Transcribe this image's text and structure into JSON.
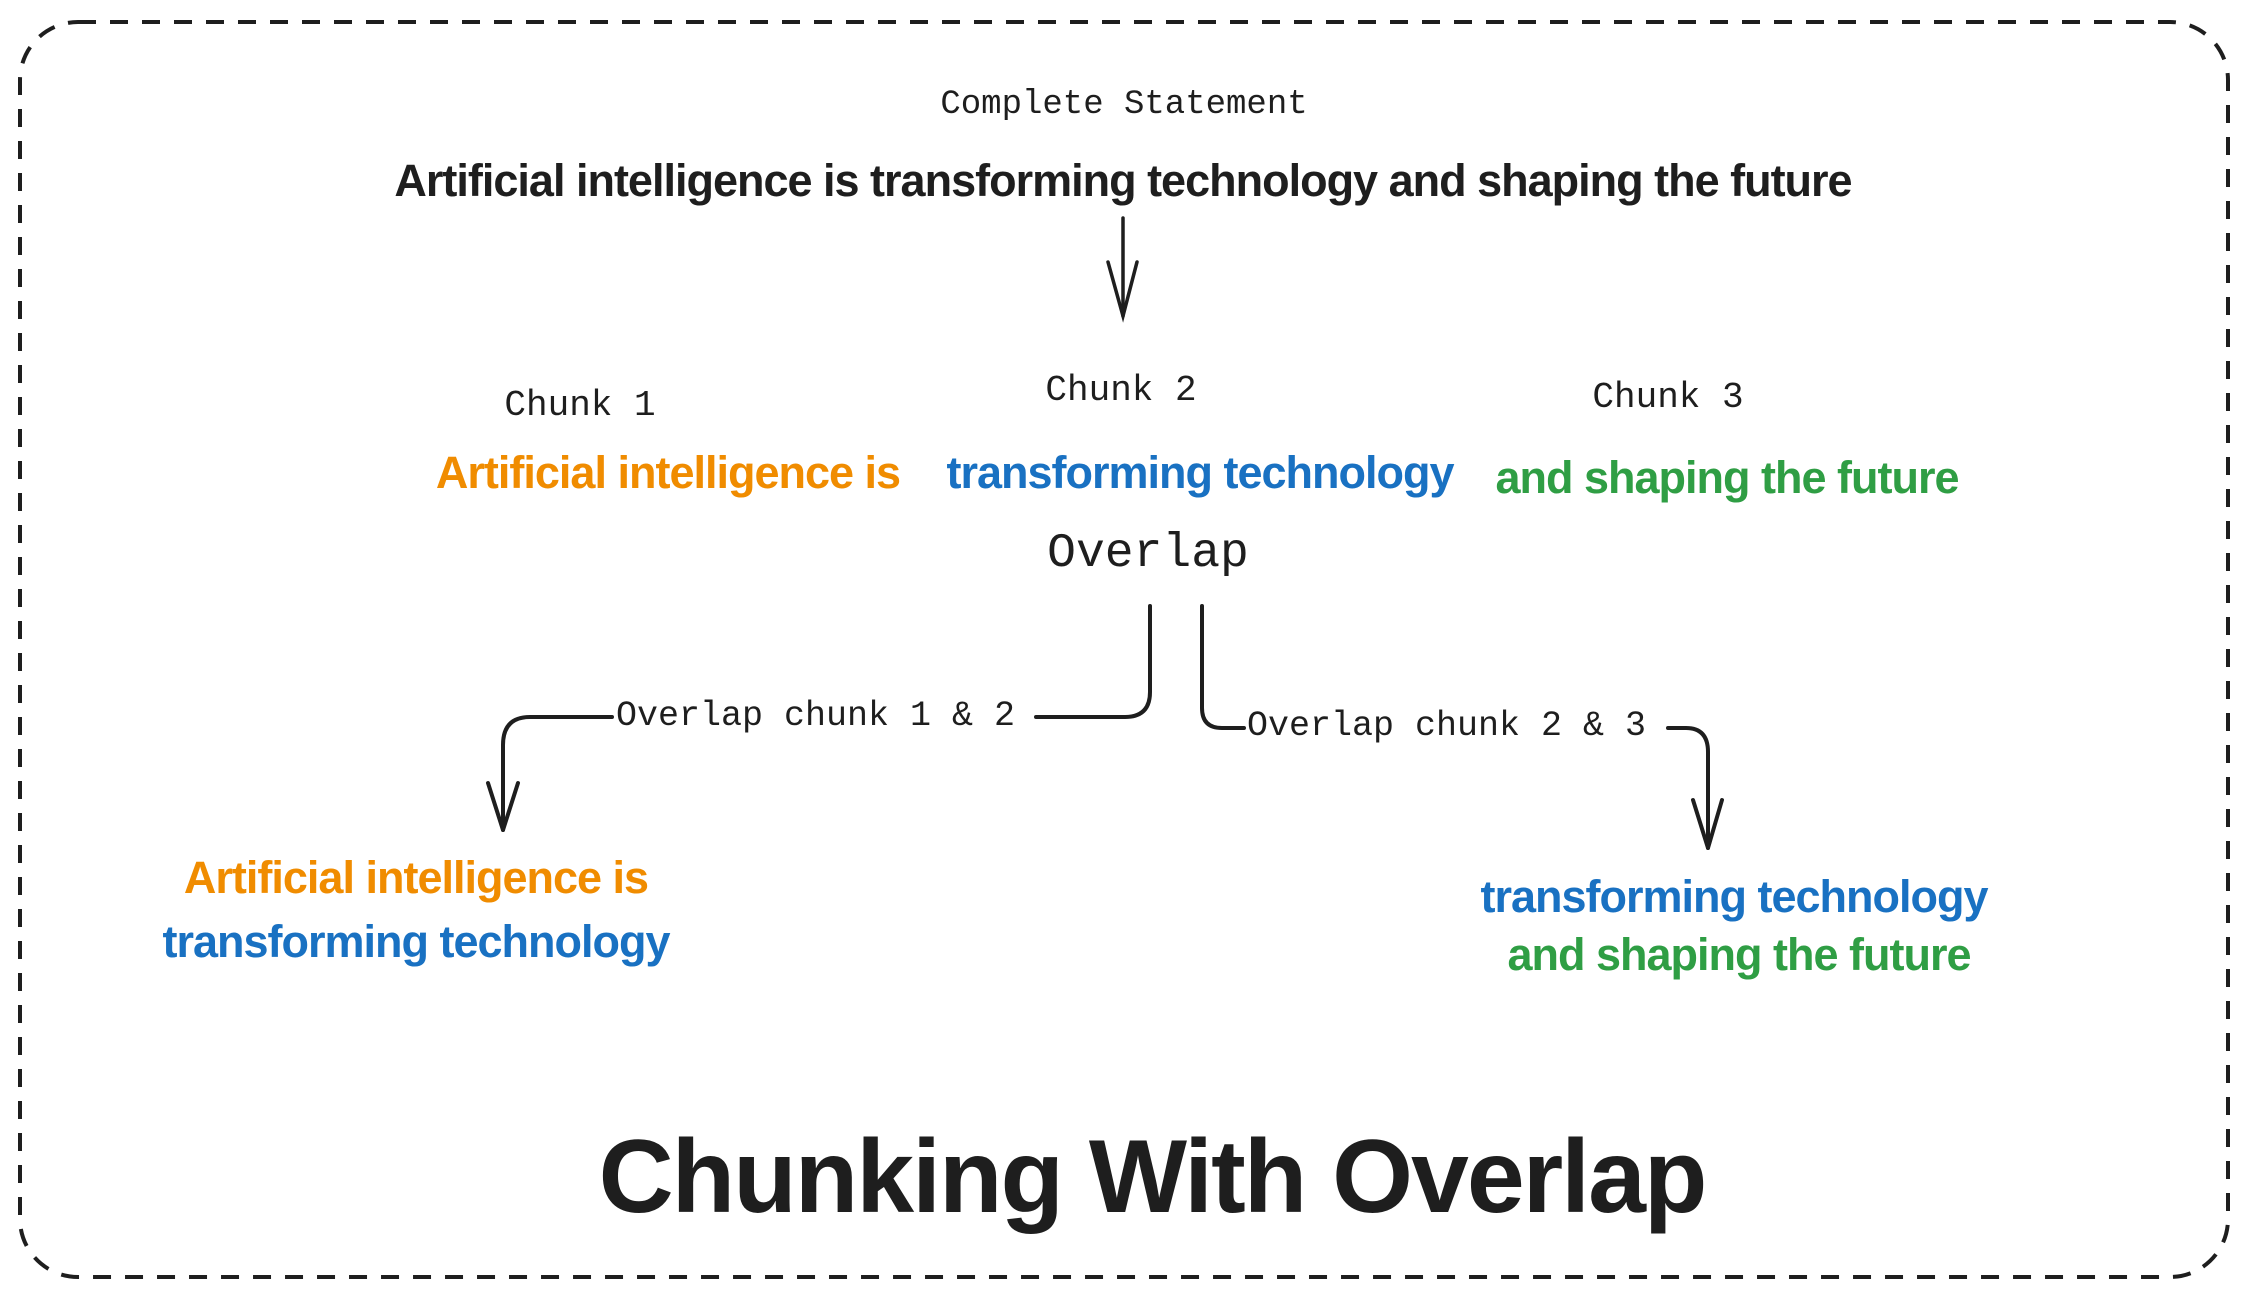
{
  "diagram": {
    "title": "Chunking With Overlap",
    "complete_statement": {
      "label": "Complete Statement",
      "text": "Artificial intelligence is transforming technology and shaping the future"
    },
    "chunks": [
      {
        "label": "Chunk 1",
        "text": "Artificial intelligence is",
        "color": "#f08c00"
      },
      {
        "label": "Chunk 2",
        "text": "transforming technology",
        "color": "#1971c2"
      },
      {
        "label": "Chunk 3",
        "text": "and shaping the future",
        "color": "#2f9e44"
      }
    ],
    "overlap_label": "Overlap",
    "overlaps": [
      {
        "label": "Overlap chunk 1 & 2",
        "lines": [
          {
            "text": "Artificial intelligence is",
            "color": "#f08c00"
          },
          {
            "text": "transforming technology",
            "color": "#1971c2"
          }
        ]
      },
      {
        "label": "Overlap chunk 2 & 3",
        "lines": [
          {
            "text": "transforming technology",
            "color": "#1971c2"
          },
          {
            "text": "and shaping the future",
            "color": "#2f9e44"
          }
        ]
      }
    ],
    "colors": {
      "ink": "#1e1e1e",
      "chunk1": "#f08c00",
      "chunk2": "#1971c2",
      "chunk3": "#2f9e44",
      "background": "#ffffff"
    }
  }
}
